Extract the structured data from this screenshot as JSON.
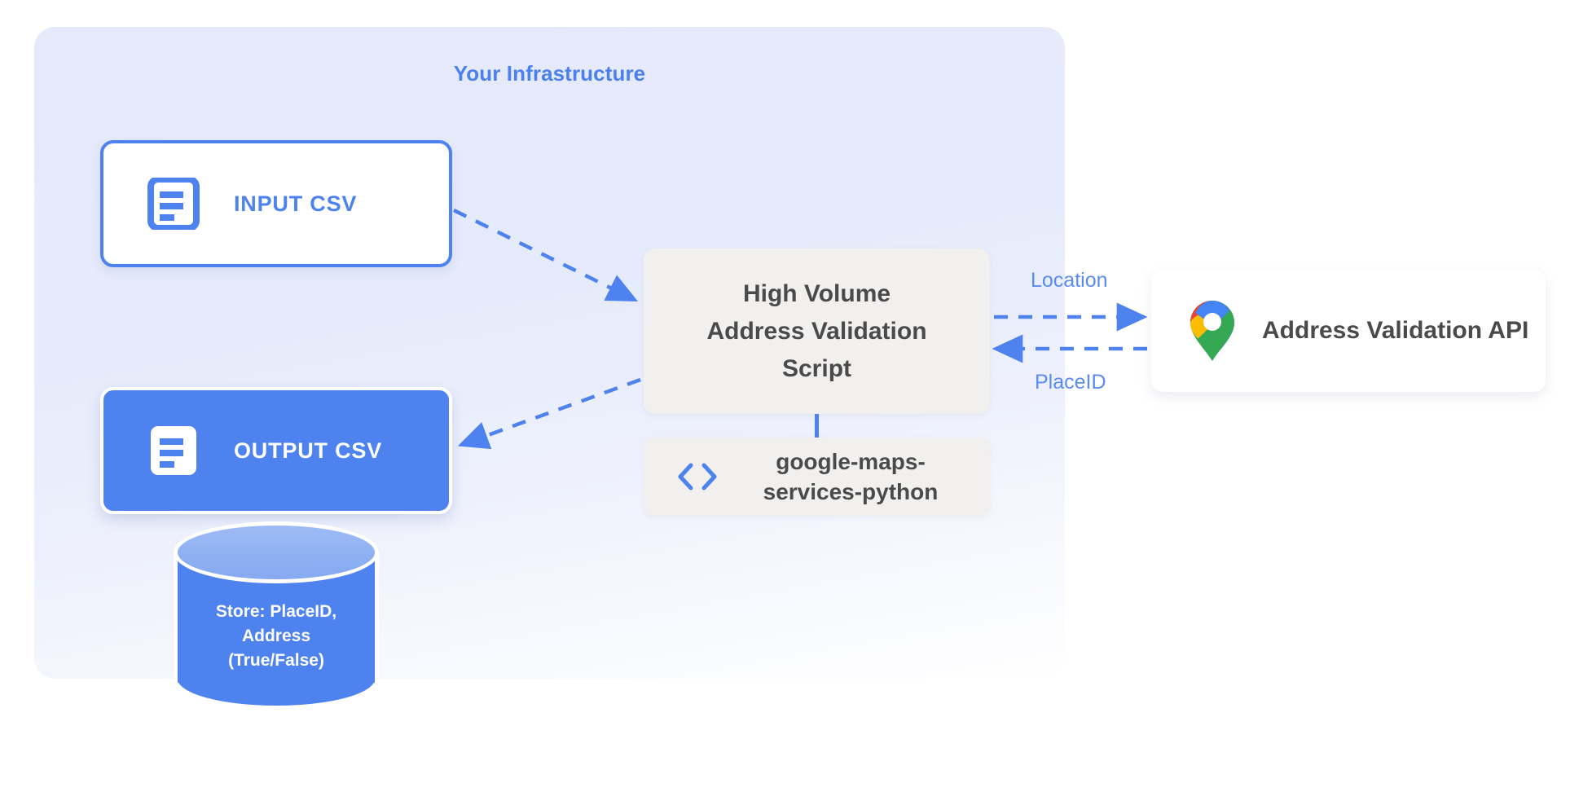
{
  "panel": {
    "title": "Your Infrastructure",
    "bg_color": "#e6ebfa"
  },
  "nodes": {
    "input_csv": {
      "label": "INPUT CSV",
      "icon": "document-icon",
      "border_color": "#4d82ef",
      "fill_color": "#ffffff",
      "text_color": "#4d82ef"
    },
    "output_csv": {
      "label": "OUTPUT CSV",
      "icon": "document-icon",
      "fill_color": "#4d82ef",
      "text_color": "#ffffff"
    },
    "script": {
      "line1": "High Volume",
      "line2": "Address Validation",
      "line3": "Script",
      "fill_color": "#f1f0ef",
      "text_color": "#4a4a4a"
    },
    "library": {
      "line1": "google-maps-",
      "line2": "services-python",
      "icon": "code-brackets-icon",
      "fill_color": "#f1f0ef",
      "text_color": "#4a4a4a"
    },
    "api": {
      "label": "Address Validation API",
      "icon": "google-maps-pin-icon",
      "fill_color": "#ffffff",
      "text_color": "#4a4a4a"
    },
    "datastore": {
      "line1": "Store: PlaceID,",
      "line2": "Address",
      "line3": "(True/False)",
      "fill_color": "#4d82ef",
      "top_color": "#8fb1f2",
      "text_color": "#ffffff"
    }
  },
  "edges": {
    "location_label": "Location",
    "placeid_label": "PlaceID",
    "stroke_color": "#4d82ef",
    "label_color": "#5a8bf0"
  }
}
